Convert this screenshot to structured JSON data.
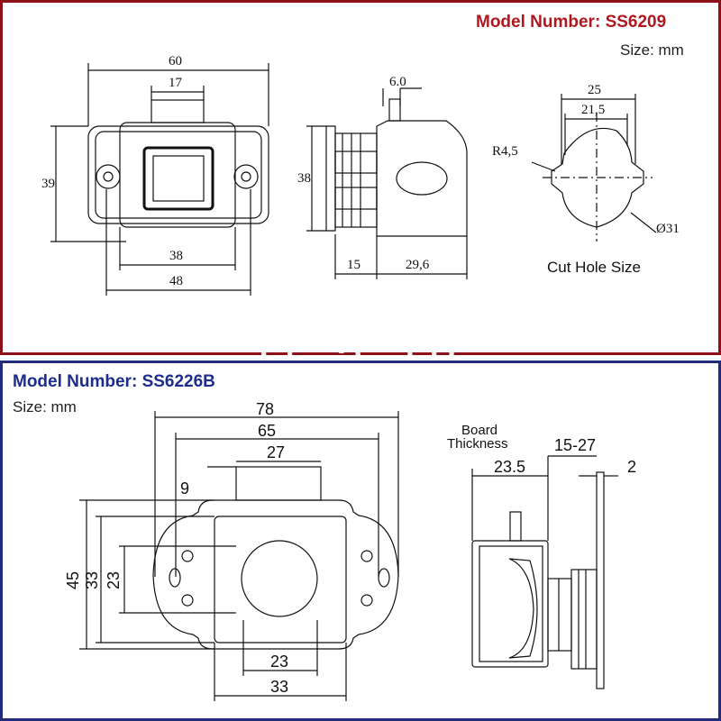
{
  "top": {
    "model_prefix": "Model Number: ",
    "model": "SS6209",
    "size": "Size: mm",
    "dims": {
      "w60": "60",
      "w17": "17",
      "h39": "39",
      "w38": "38",
      "w48": "48",
      "t6": "6.0",
      "h38": "38",
      "w15": "15",
      "w296": "29,6",
      "c25": "25",
      "c215": "21,5",
      "r45": "R4,5",
      "d31": "Ø31"
    },
    "cut_hole": "Cut Hole Size"
  },
  "bottom": {
    "model_prefix": "Model Number: ",
    "model": "SS6226B",
    "size": "Size: mm",
    "dims": {
      "w78": "78",
      "w65": "65",
      "w27": "27",
      "h9": "9",
      "h45": "45",
      "h33": "33",
      "h23": "23",
      "b23": "23",
      "b33": "33",
      "s235": "23.5",
      "s1527": "15-27",
      "s2": "2"
    },
    "board": "Board",
    "thickness": "Thickness"
  },
  "watermark": "fl a ju",
  "colors": {
    "top_border": "#8c1118",
    "bottom_border": "#222a7a",
    "top_accent": "#b01820",
    "bottom_accent": "#1c2d8c"
  }
}
